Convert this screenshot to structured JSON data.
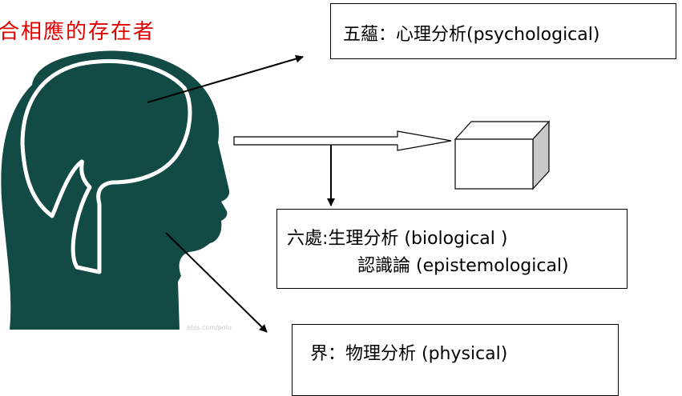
{
  "title_text": "合相應的存在者",
  "colors": {
    "title": "#e00000",
    "head": "#124a45",
    "outline": "#ffffff"
  },
  "boxes": {
    "top": {
      "text": "五蘊：心理分析(psychological)"
    },
    "middle": {
      "line1": "六處:生理分析 (biological )",
      "line2": "認識論 (epistemological)"
    },
    "bottom": {
      "text": "界：物理分析 (physical)"
    }
  },
  "watermark": "ebis.com/polu",
  "icons": [
    "head-silhouette",
    "cube-icon"
  ]
}
